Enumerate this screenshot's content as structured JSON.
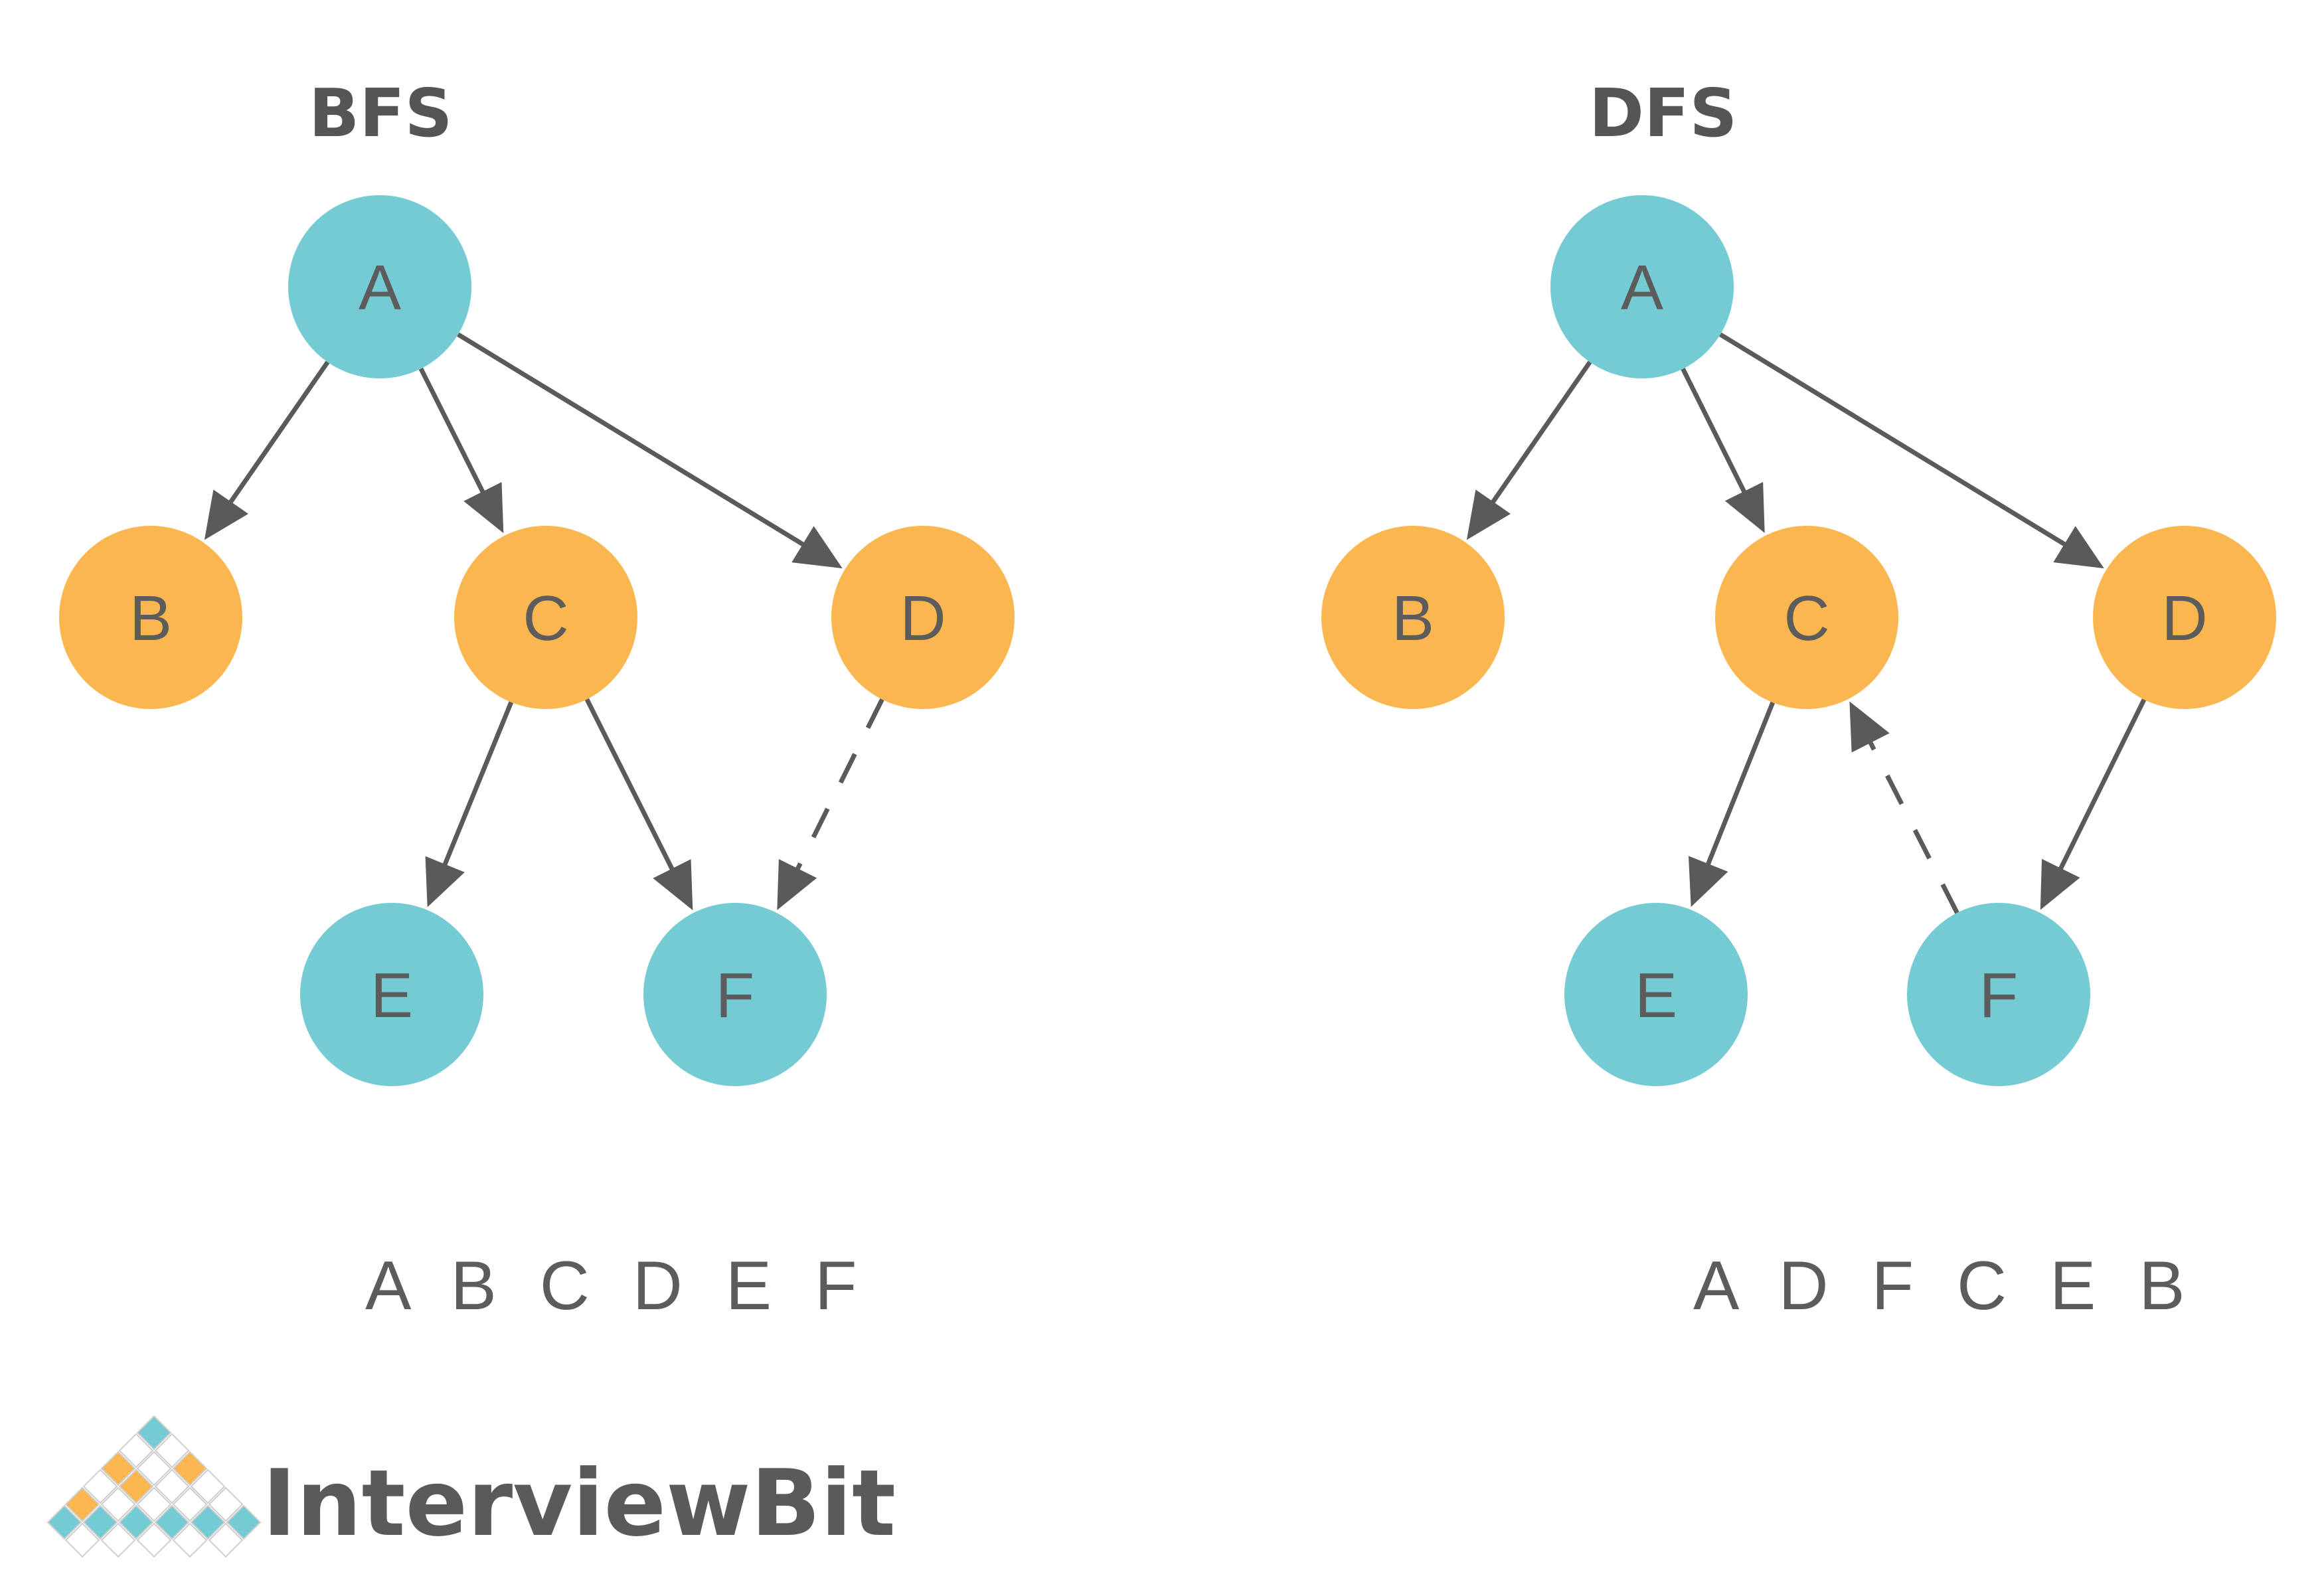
{
  "colors": {
    "teal": "#75cbd3",
    "orange": "#fbb74f",
    "edge": "#5a5a5a",
    "text": "#5c5c5c",
    "logo_cell_outline": "#cfcfcf"
  },
  "bfs": {
    "title": "BFS",
    "order": "A B C D E F",
    "nodes": [
      {
        "id": "A",
        "label": "A",
        "color": "teal"
      },
      {
        "id": "B",
        "label": "B",
        "color": "orange"
      },
      {
        "id": "C",
        "label": "C",
        "color": "orange"
      },
      {
        "id": "D",
        "label": "D",
        "color": "orange"
      },
      {
        "id": "E",
        "label": "E",
        "color": "teal"
      },
      {
        "id": "F",
        "label": "F",
        "color": "teal"
      }
    ],
    "edges": [
      {
        "from": "A",
        "to": "B",
        "style": "solid"
      },
      {
        "from": "A",
        "to": "C",
        "style": "solid"
      },
      {
        "from": "A",
        "to": "D",
        "style": "solid"
      },
      {
        "from": "C",
        "to": "E",
        "style": "solid"
      },
      {
        "from": "C",
        "to": "F",
        "style": "solid"
      },
      {
        "from": "D",
        "to": "F",
        "style": "dashed"
      }
    ]
  },
  "dfs": {
    "title": "DFS",
    "order": "A D F C E B",
    "nodes": [
      {
        "id": "A",
        "label": "A",
        "color": "teal"
      },
      {
        "id": "B",
        "label": "B",
        "color": "orange"
      },
      {
        "id": "C",
        "label": "C",
        "color": "orange"
      },
      {
        "id": "D",
        "label": "D",
        "color": "orange"
      },
      {
        "id": "E",
        "label": "E",
        "color": "teal"
      },
      {
        "id": "F",
        "label": "F",
        "color": "teal"
      }
    ],
    "edges": [
      {
        "from": "A",
        "to": "B",
        "style": "solid"
      },
      {
        "from": "A",
        "to": "C",
        "style": "solid"
      },
      {
        "from": "A",
        "to": "D",
        "style": "solid"
      },
      {
        "from": "C",
        "to": "E",
        "style": "solid"
      },
      {
        "from": "D",
        "to": "F",
        "style": "solid"
      },
      {
        "from": "F",
        "to": "C",
        "style": "dashed"
      }
    ]
  },
  "logo": {
    "text": "InterviewBit"
  }
}
